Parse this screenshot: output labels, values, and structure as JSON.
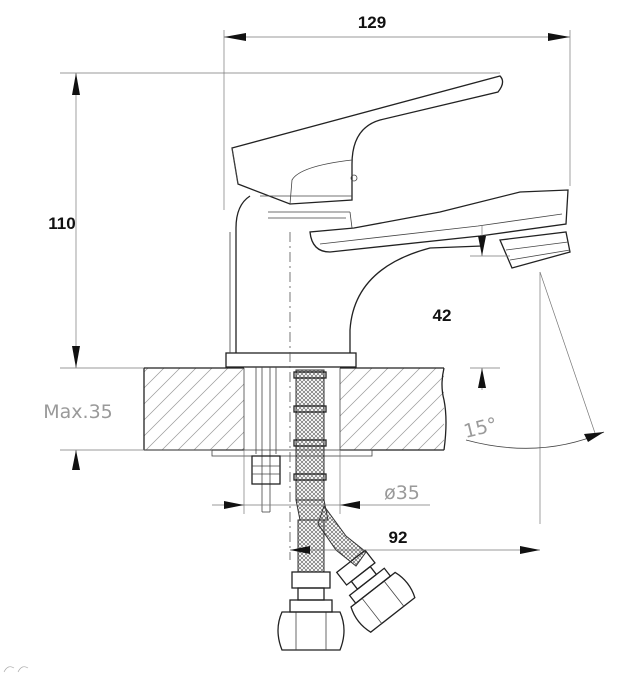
{
  "dimensions": {
    "width_total": "129",
    "height_total": "110",
    "spout_clearance": "42",
    "reach": "92",
    "max_thickness": "Max.35",
    "hole_diameter": "ø35",
    "swing_angle": "15°"
  },
  "colors": {
    "line": "#222222",
    "hatch": "#9a9a9a",
    "text": "#111111",
    "muted_text": "#9a9a9a"
  }
}
